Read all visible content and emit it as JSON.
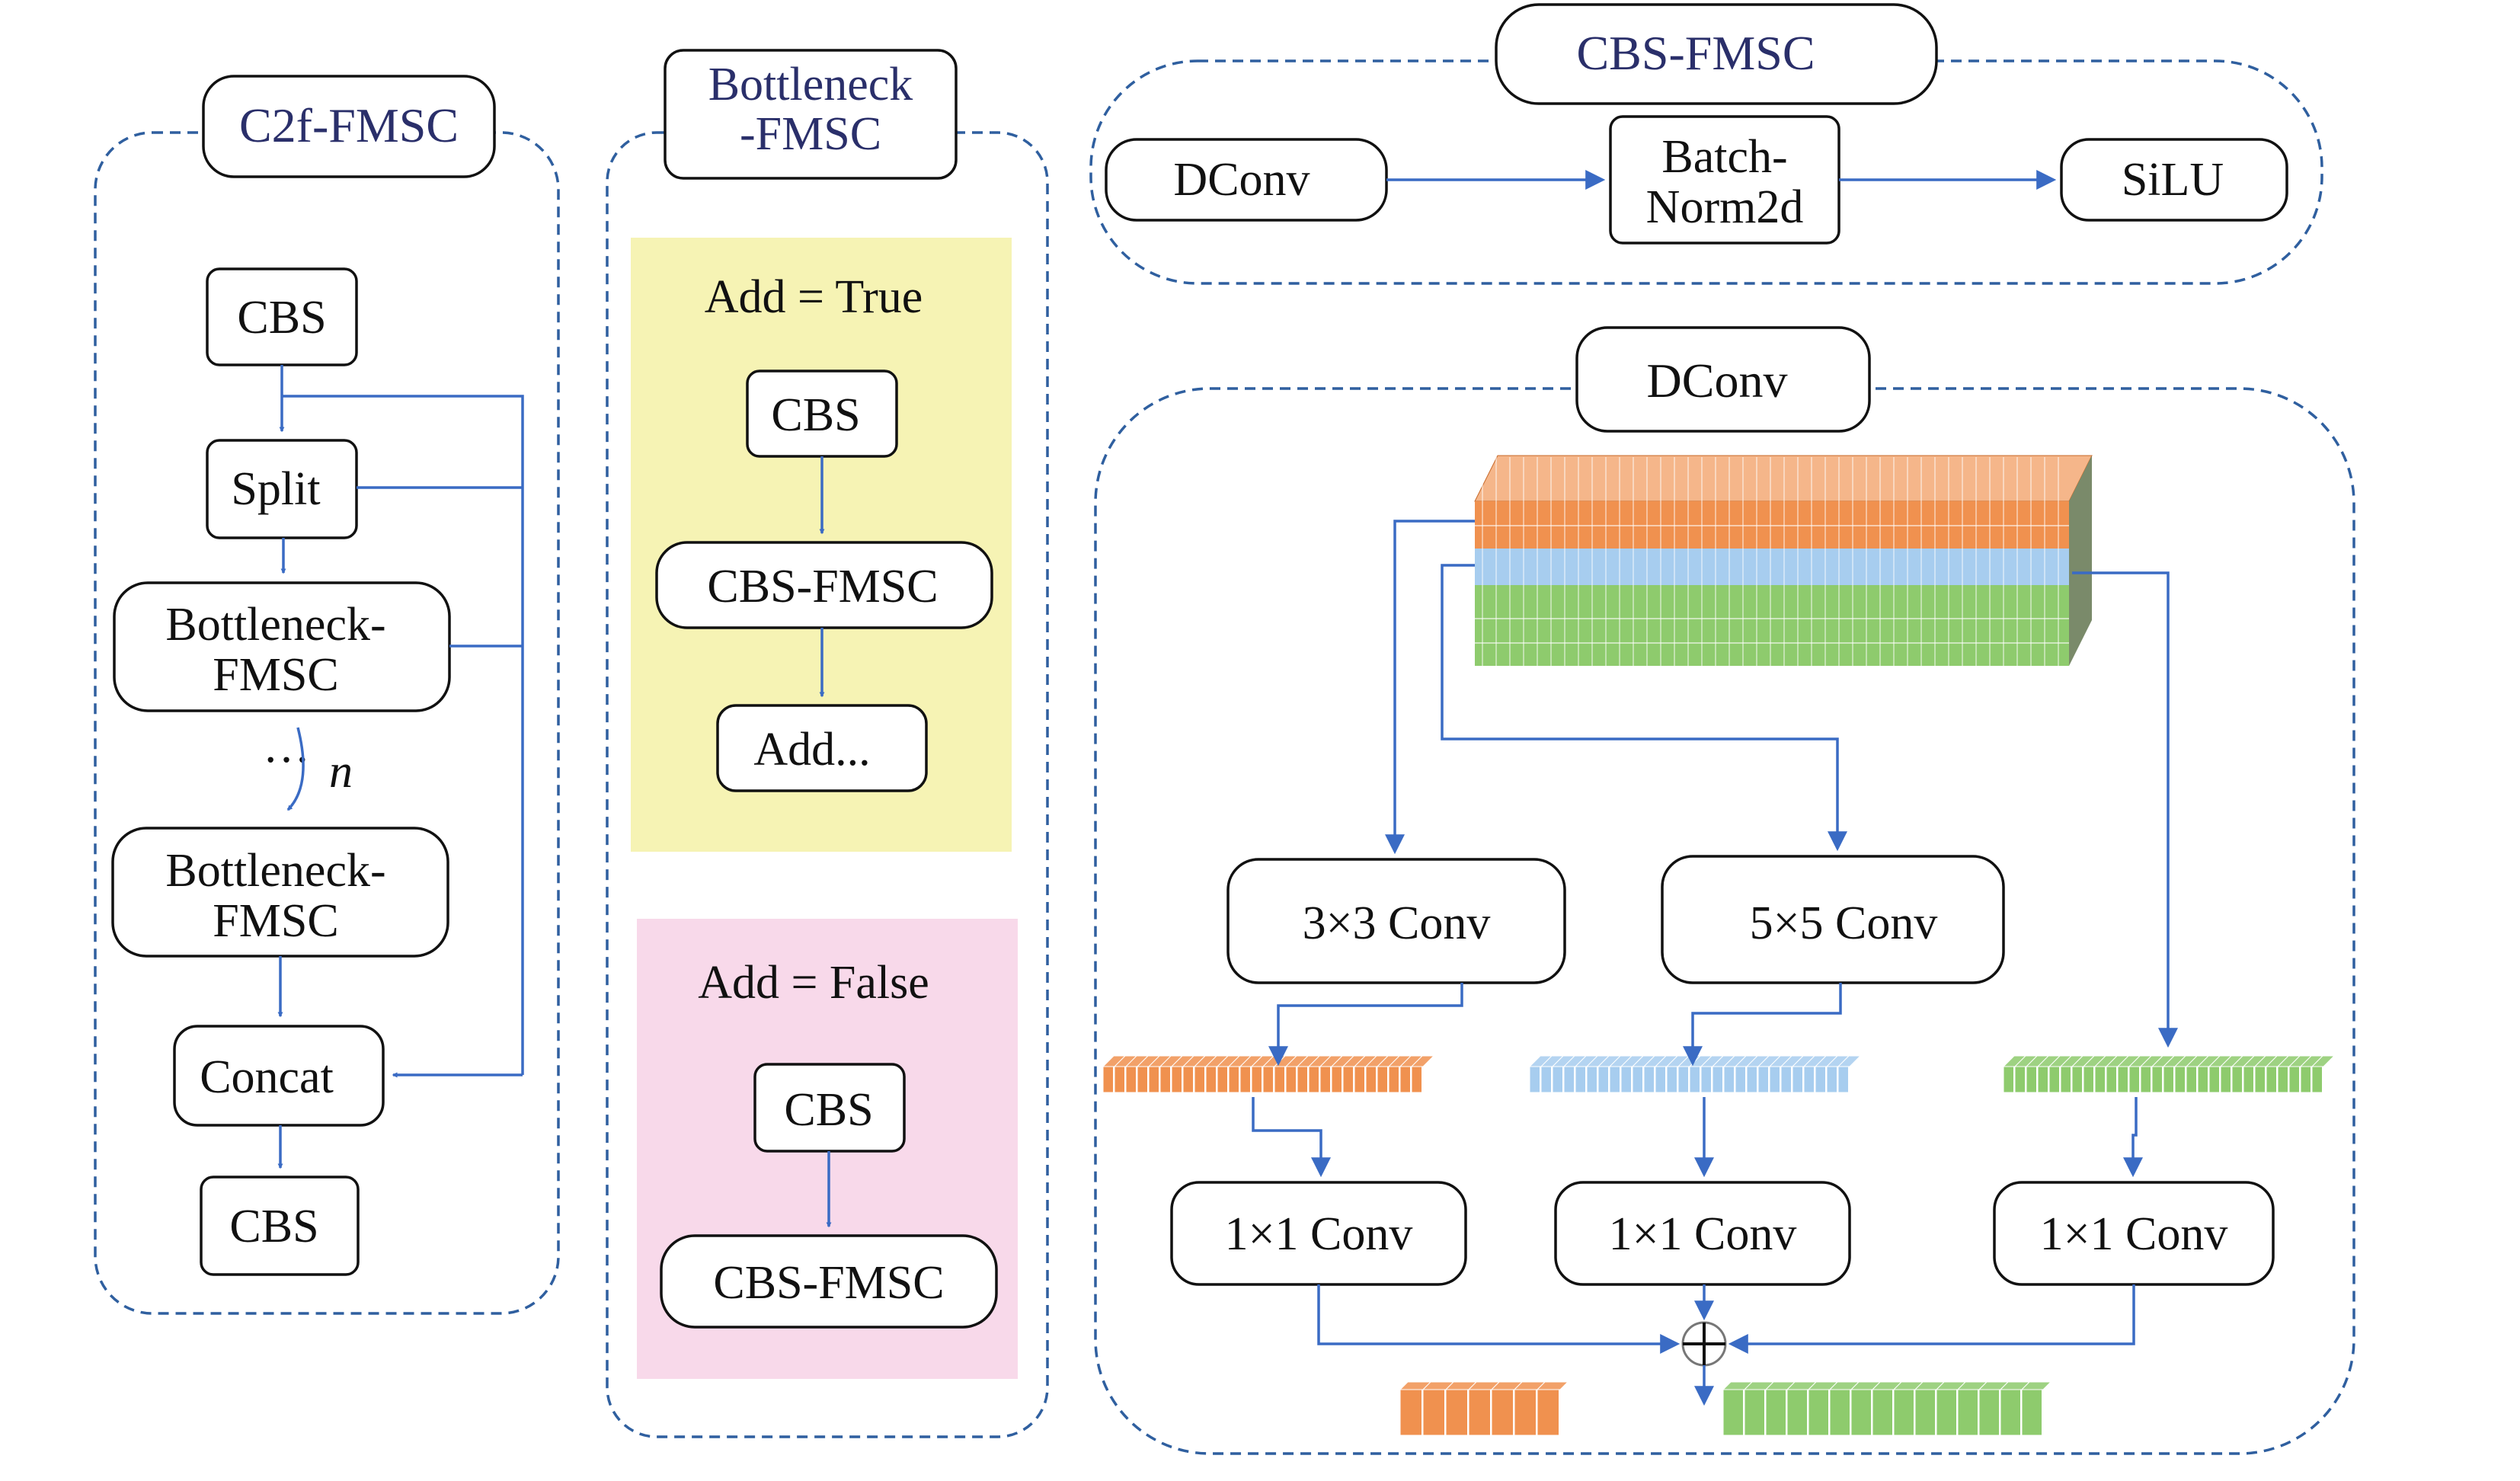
{
  "colors": {
    "arrow": "#3a6bc4",
    "panel_border": "#2f5f9f",
    "add_true_bg": "#f6f3b4",
    "add_false_bg": "#f8d9ea",
    "orange": "#f0914f",
    "blue": "#a7cdef",
    "green": "#8ecb6d"
  },
  "c2f": {
    "title": "C2f-FMSC",
    "cbs_top": "CBS",
    "split": "Split",
    "bottleneck1_l1": "Bottleneck-",
    "bottleneck1_l2": "FMSC",
    "dots": "…",
    "n": "n",
    "bottleneck2_l1": "Bottleneck-",
    "bottleneck2_l2": "FMSC",
    "concat": "Concat",
    "cbs_bottom": "CBS"
  },
  "bottleneck": {
    "title_l1": "Bottleneck",
    "title_l2": "-FMSC",
    "true_label": "Add = True",
    "true_cbs": "CBS",
    "true_cbs_fmsc": "CBS-FMSC",
    "true_add": "Add...",
    "false_label": "Add = False",
    "false_cbs": "CBS",
    "false_cbs_fmsc": "CBS-FMSC"
  },
  "cbs_fmsc": {
    "title": "CBS-FMSC",
    "dconv": "DConv",
    "bn_l1": "Batch-",
    "bn_l2": "Norm2d",
    "silu": "SiLU"
  },
  "dconv": {
    "title": "DConv",
    "conv3": "3×3 Conv",
    "conv5": "5×5 Conv",
    "conv1_a": "1×1 Conv",
    "conv1_b": "1×1 Conv",
    "conv1_c": "1×1 Conv",
    "sum_icon": "plus-circle-icon"
  }
}
